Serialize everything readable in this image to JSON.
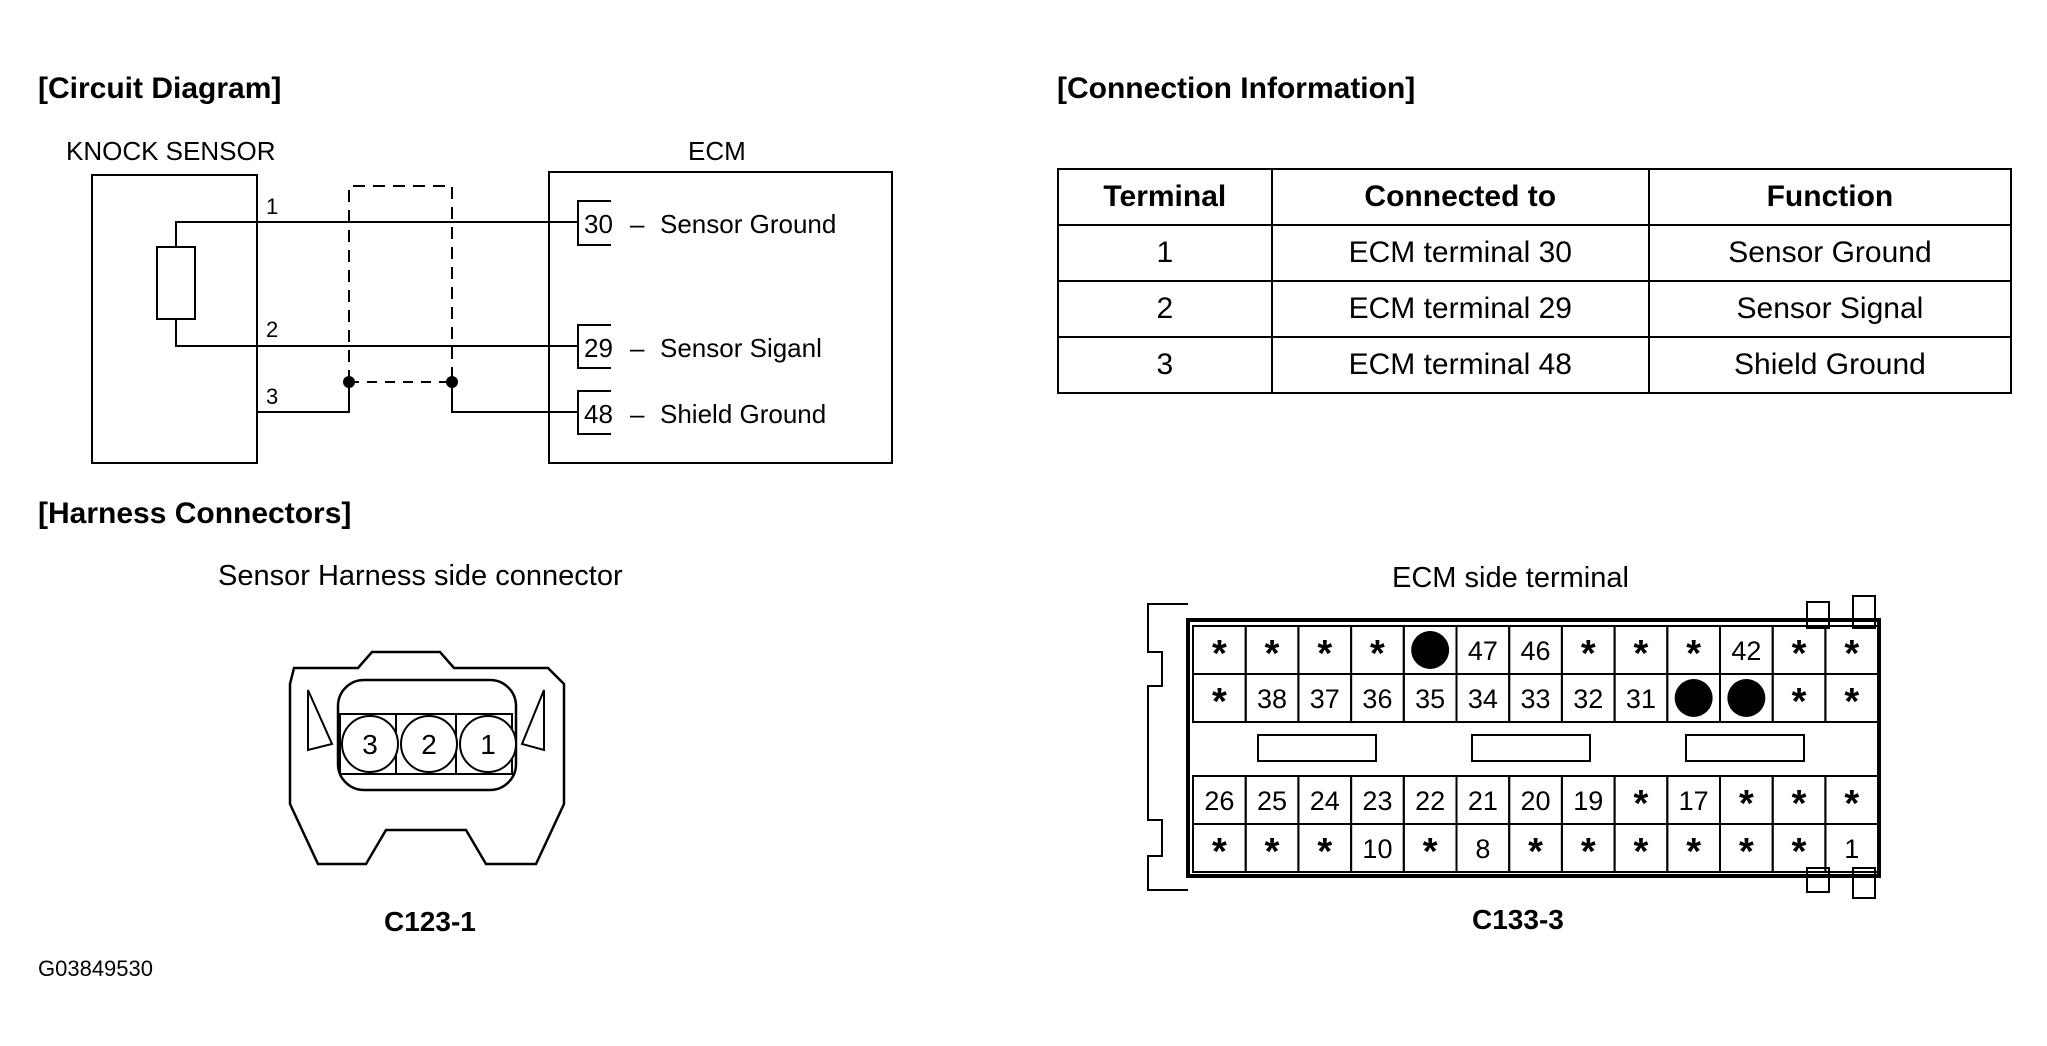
{
  "circuit": {
    "heading": "[Circuit Diagram]",
    "sensor_label": "KNOCK SENSOR",
    "ecm_label": "ECM",
    "wires": [
      {
        "pin": "1",
        "terminal": "30",
        "name": "Sensor Ground"
      },
      {
        "pin": "2",
        "terminal": "29",
        "name": "Sensor Siganl"
      },
      {
        "pin": "3",
        "terminal": "48",
        "name": "Shield Ground"
      }
    ],
    "dash": "–"
  },
  "connection": {
    "heading": "[Connection Information]",
    "columns": [
      "Terminal",
      "Connected to",
      "Function"
    ],
    "rows": [
      [
        "1",
        "ECM terminal 30",
        "Sensor Ground"
      ],
      [
        "2",
        "ECM terminal 29",
        "Sensor Signal"
      ],
      [
        "3",
        "ECM terminal 48",
        "Shield Ground"
      ]
    ]
  },
  "harness": {
    "heading": "[Harness Connectors]",
    "sensor_side": {
      "title": "Sensor Harness side connector",
      "pins": [
        "3",
        "2",
        "1"
      ],
      "code": "C123-1"
    },
    "ecm_side": {
      "title": "ECM side terminal",
      "code": "C133-3",
      "rows": [
        [
          "*",
          "*",
          "*",
          "*",
          "●",
          "47",
          "46",
          "*",
          "*",
          "*",
          "42",
          "*",
          "*"
        ],
        [
          "*",
          "38",
          "37",
          "36",
          "35",
          "34",
          "33",
          "32",
          "31",
          "●",
          "●",
          "*",
          "*"
        ],
        [
          "26",
          "25",
          "24",
          "23",
          "22",
          "21",
          "20",
          "19",
          "*",
          "17",
          "*",
          "*",
          "*"
        ],
        [
          "*",
          "*",
          "*",
          "10",
          "*",
          "8",
          "*",
          "*",
          "*",
          "*",
          "*",
          "*",
          "1"
        ]
      ]
    }
  },
  "figure_id": "G03849530"
}
